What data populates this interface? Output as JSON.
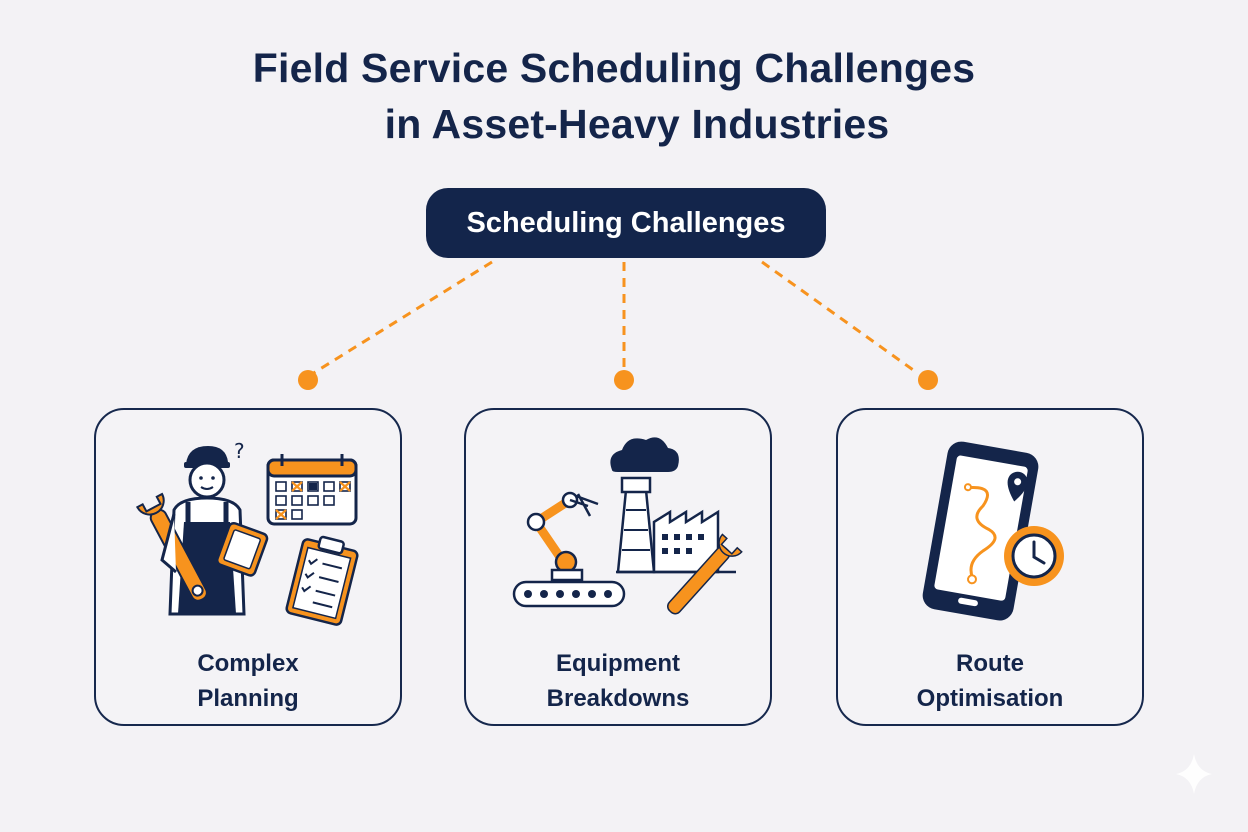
{
  "title": {
    "line1": "Field Service Scheduling Challenges",
    "line2": "in Asset-Heavy Industries"
  },
  "root": {
    "label": "Scheduling Challenges"
  },
  "cards": [
    {
      "line1": "Complex",
      "line2": "Planning",
      "icon": "technician-calendar-clipboard-icon"
    },
    {
      "line1": "Equipment",
      "line2": "Breakdowns",
      "icon": "industrial-robot-wrench-icon"
    },
    {
      "line1": "Route",
      "line2": "Optimisation",
      "icon": "phone-map-clock-icon"
    }
  ],
  "colors": {
    "navy": "#13254b",
    "orange": "#f7931e",
    "background": "#f3f2f5"
  }
}
